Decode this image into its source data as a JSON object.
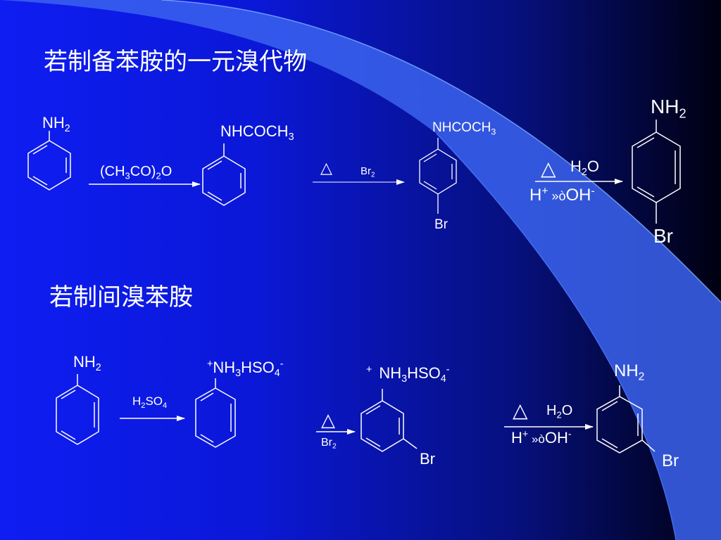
{
  "colors": {
    "background_left": "#0e1df2",
    "background_right": "#000010",
    "ribbon_fill": "#3b63ee",
    "ribbon_edge": "#7fb0ff",
    "ink": "#ffffff"
  },
  "section1": {
    "title": "若制备苯胺的一元溴代物",
    "aniline": {
      "group": "NH",
      "sub": "2"
    },
    "reagent1": {
      "a": "(CH",
      "s1": "3",
      "b": "CO)",
      "s2": "2",
      "c": "O"
    },
    "acetanilide": {
      "group": "NHCOCH",
      "sub": "3"
    },
    "heat1": "△",
    "reagent2": {
      "a": "Br",
      "s": "2"
    },
    "bromo_acetanilide": {
      "group": "NHCOCH",
      "sub": "3",
      "br": "Br"
    },
    "heat2": "△",
    "reagent3": {
      "a": "H",
      "s": "2",
      "b": "O"
    },
    "reagent3_cond": {
      "h": "H",
      "sup": "+",
      "mid": " »ò",
      "oh": "OH",
      "sup2": "-"
    },
    "product": {
      "group": "NH",
      "sub": "2",
      "br": "Br"
    }
  },
  "section2": {
    "title": "若制间溴苯胺",
    "aniline": {
      "group": "NH",
      "sub": "2"
    },
    "reagent1": {
      "a": "H",
      "s1": "2",
      "b": "SO",
      "s2": "4"
    },
    "salt": {
      "plus": "+",
      "a": "NH",
      "s1": "3",
      "b": "HSO",
      "s2": "4",
      "minus": "-"
    },
    "heat": "△",
    "reagent2": {
      "a": "Br",
      "s": "2"
    },
    "bromo_salt": {
      "plus": "+",
      "a": "NH",
      "s1": "3",
      "b": "HSO",
      "s2": "4",
      "minus": "-",
      "br": "Br"
    },
    "heat2": "△",
    "reagent3": {
      "a": "H",
      "s": "2",
      "b": "O"
    },
    "reagent3_cond": {
      "h": "H",
      "sup": "+",
      "mid": " »ò",
      "oh": "OH",
      "sup2": "-"
    },
    "product": {
      "group": "NH",
      "sub": "2",
      "br": "Br"
    }
  }
}
